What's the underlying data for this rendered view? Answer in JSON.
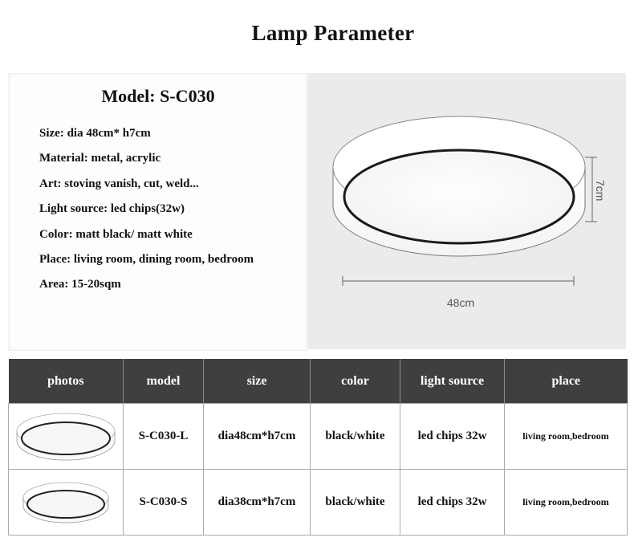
{
  "header": {
    "title": "Lamp Parameter"
  },
  "spec": {
    "model": "Model: S-C030",
    "lines": [
      "Size: dia 48cm* h7cm",
      "Material: metal, acrylic",
      "Art: stoving vanish, cut, weld...",
      "Light source: led chips(32w)",
      "Color: matt black/ matt white",
      "Place: living room, dining room, bedroom",
      "Area: 15-20sqm"
    ]
  },
  "diagram": {
    "height_label": "7cm",
    "width_label": "48cm"
  },
  "table": {
    "headers": [
      "photos",
      "model",
      "size",
      "color",
      "light source",
      "place"
    ],
    "rows": [
      {
        "photo_icon": "round-ceiling-lamp-icon",
        "model": "S-C030-L",
        "size": "dia48cm*h7cm",
        "color": "black/white",
        "light": "led chips  32w",
        "place": "living room,bedroom"
      },
      {
        "photo_icon": "round-ceiling-lamp-icon",
        "model": "S-C030-S",
        "size": "dia38cm*h7cm",
        "color": "black/white",
        "light": "led chips  32w",
        "place": "living room,bedroom"
      }
    ]
  }
}
